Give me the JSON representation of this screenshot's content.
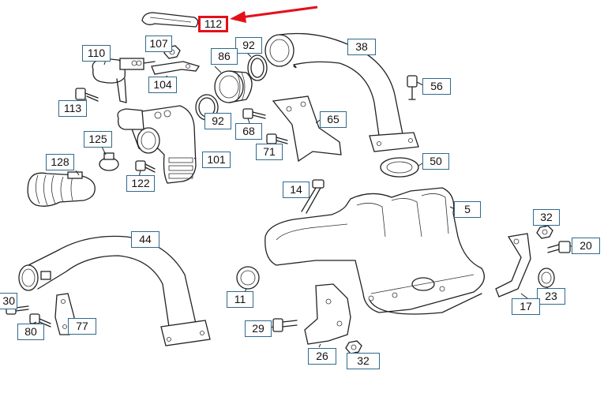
{
  "callouts": {
    "p112": "112",
    "p107": "107",
    "p92a": "92",
    "p38": "38",
    "p110": "110",
    "p86": "86",
    "p56": "56",
    "p104": "104",
    "p113": "113",
    "p92b": "92",
    "p65": "65",
    "p68": "68",
    "p125": "125",
    "p71": "71",
    "p101": "101",
    "p50": "50",
    "p128": "128",
    "p122": "122",
    "p14": "14",
    "p5": "5",
    "p44": "44",
    "p32a": "32",
    "p20": "20",
    "p11": "11",
    "p23": "23",
    "p30": "30",
    "p17": "17",
    "p77": "77",
    "p29": "29",
    "p80": "80",
    "p26": "26",
    "p32b": "32"
  },
  "highlight": {
    "part": "112",
    "color": "#e3101a"
  },
  "colors": {
    "label_border": "#2f6a8d",
    "line": "#222222"
  }
}
